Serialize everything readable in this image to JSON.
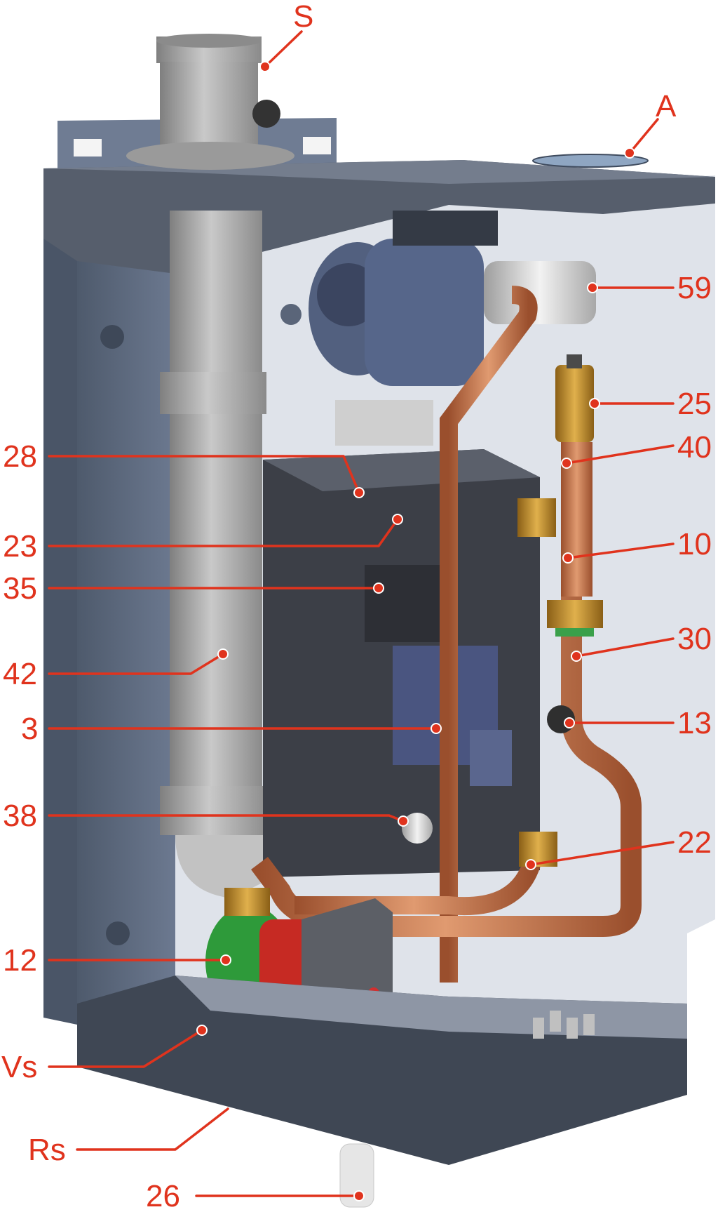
{
  "labels": {
    "S": "S",
    "A": "A",
    "l59": "59",
    "l25": "25",
    "l40": "40",
    "l28": "28",
    "l23": "23",
    "l10": "10",
    "l35": "35",
    "l30": "30",
    "l42": "42",
    "l3": "3",
    "l13": "13",
    "l38": "38",
    "l22": "22",
    "l12": "12",
    "Vs": "Vs",
    "Rs": "Rs",
    "l26": "26"
  },
  "colors": {
    "callout": "#e0331d",
    "copper": "#c96f45",
    "frame": "#5d6b7f",
    "flue": "#a9a9a9",
    "brass": "#b8862b",
    "pump_green": "#2e9a3a",
    "pump_red": "#c62a23"
  }
}
